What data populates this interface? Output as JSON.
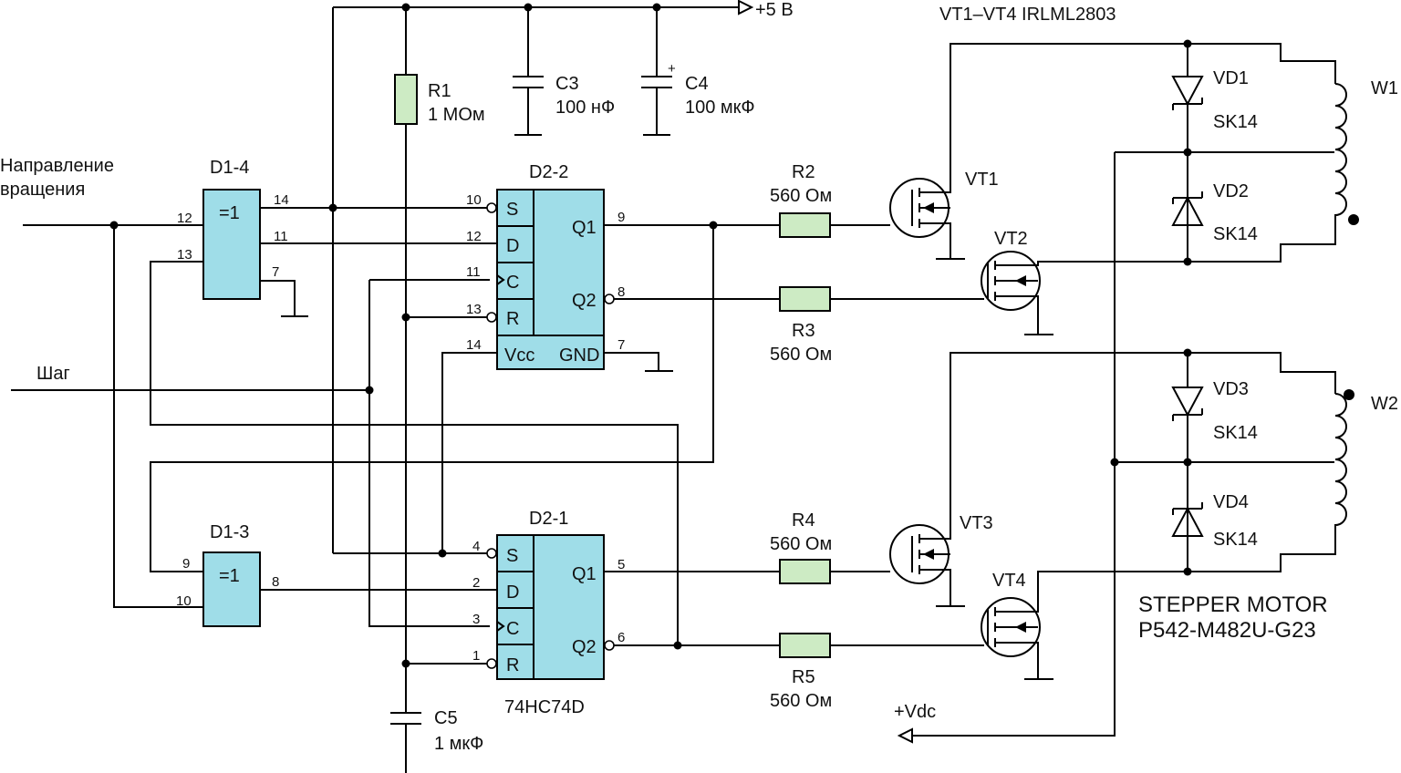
{
  "supply": {
    "plus5": "+5 В",
    "vdc": "+Vdc"
  },
  "transistors_title": "VT1–VT4 IRLML2803",
  "inputs": {
    "direction_line1": "Направление",
    "direction_line2": "вращения",
    "step": "Шаг"
  },
  "gates": {
    "d1_4": {
      "name": "D1-4",
      "func": "=1",
      "pin_in_a": "12",
      "pin_in_b": "13",
      "pin_out_a": "14",
      "pin_out_b": "11",
      "pin_gnd": "7"
    },
    "d1_3": {
      "name": "D1-3",
      "func": "=1",
      "pin_in_a": "9",
      "pin_in_b": "10",
      "pin_out": "8"
    }
  },
  "flipflops": {
    "d2_2": {
      "name": "D2-2",
      "s": "S",
      "d": "D",
      "c": "C",
      "r": "R",
      "q1": "Q1",
      "q2": "Q2",
      "vcc": "Vcc",
      "gnd": "GND",
      "pin_s": "10",
      "pin_d": "12",
      "pin_c": "11",
      "pin_r": "13",
      "pin_vcc": "14",
      "pin_q1": "9",
      "pin_q2": "8",
      "pin_gnd": "7"
    },
    "d2_1": {
      "name": "D2-1",
      "s": "S",
      "d": "D",
      "c": "C",
      "r": "R",
      "q1": "Q1",
      "q2": "Q2",
      "pin_s": "4",
      "pin_d": "2",
      "pin_c": "3",
      "pin_r": "1",
      "pin_q1": "5",
      "pin_q2": "6",
      "part": "74HC74D"
    }
  },
  "passives": {
    "r1": {
      "name": "R1",
      "value": "1 МОм"
    },
    "r2": {
      "name": "R2",
      "value": "560 Ом"
    },
    "r3": {
      "name": "R3",
      "value": "560 Ом"
    },
    "r4": {
      "name": "R4",
      "value": "560 Ом"
    },
    "r5": {
      "name": "R5",
      "value": "560 Ом"
    },
    "c3": {
      "name": "C3",
      "value": "100 нФ"
    },
    "c4": {
      "name": "C4",
      "value": "100 мкФ",
      "polarity": "+"
    },
    "c5": {
      "name": "C5",
      "value": "1 мкФ"
    }
  },
  "fets": {
    "vt1": "VT1",
    "vt2": "VT2",
    "vt3": "VT3",
    "vt4": "VT4"
  },
  "diodes": {
    "vd1": {
      "name": "VD1",
      "part": "SK14"
    },
    "vd2": {
      "name": "VD2",
      "part": "SK14"
    },
    "vd3": {
      "name": "VD3",
      "part": "SK14"
    },
    "vd4": {
      "name": "VD4",
      "part": "SK14"
    }
  },
  "motor": {
    "w1": "W1",
    "w2": "W2",
    "line1": "STEPPER MOTOR",
    "line2": "P542-M482U-G23"
  }
}
